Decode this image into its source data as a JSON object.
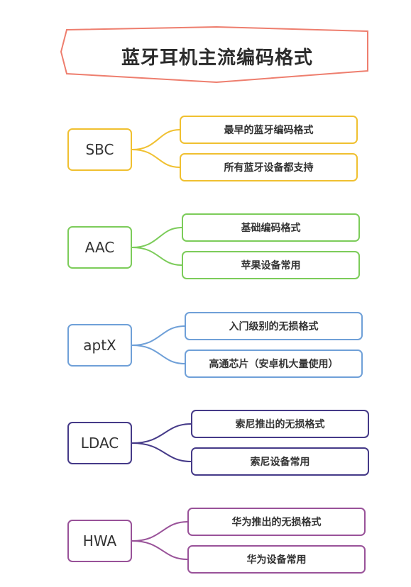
{
  "title": "蓝牙耳机主流编码格式",
  "colors": {
    "title_border": "#ee7e6e",
    "text": "#333333"
  },
  "groups": [
    {
      "id": "sbc",
      "label": "SBC",
      "color": "#f0c030",
      "children": [
        "最早的蓝牙编码格式",
        "所有蓝牙设备都支持"
      ]
    },
    {
      "id": "aac",
      "label": "AAC",
      "color": "#7ccc5a",
      "children": [
        "基础编码格式",
        "苹果设备常用"
      ]
    },
    {
      "id": "aptx",
      "label": "aptX",
      "color": "#6fa0d8",
      "children": [
        "入门级别的无损格式",
        "高通芯片（安卓机大量使用）"
      ]
    },
    {
      "id": "ldac",
      "label": "LDAC",
      "color": "#453a88",
      "children": [
        "索尼推出的无损格式",
        "索尼设备常用"
      ]
    },
    {
      "id": "hwa",
      "label": "HWA",
      "color": "#995299",
      "children": [
        "华为推出的无损格式",
        "华为设备常用"
      ]
    }
  ]
}
